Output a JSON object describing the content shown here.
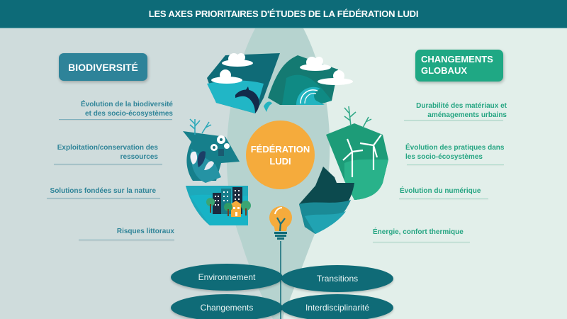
{
  "header": {
    "title": "LES AXES PRIORITAIRES D'ÉTUDES DE LA FÉDÉRATION LUDI"
  },
  "left_axis": {
    "label": "BIODIVERSITÉ",
    "color": "#2e8399",
    "topics": [
      {
        "line1": "Évolution de la biodiversité",
        "line2": "et des socio-écosystèmes"
      },
      {
        "line1": "Exploitation/conservation des",
        "line2": "ressources"
      },
      {
        "line1": "Solutions fondées sur la nature",
        "line2": ""
      },
      {
        "line1": "Risques littoraux",
        "line2": ""
      }
    ]
  },
  "right_axis": {
    "label_line1": "CHANGEMENTS",
    "label_line2": "GLOBAUX",
    "color": "#1fa884",
    "topics": [
      {
        "line1": "Durabilité des matériaux et",
        "line2": "aménagements urbains"
      },
      {
        "line1": "Évolution des pratiques dans",
        "line2": "les socio-écosystèmes"
      },
      {
        "line1": "Évolution du numérique",
        "line2": ""
      },
      {
        "line1": "Énergie, confort thermique",
        "line2": ""
      }
    ]
  },
  "hub": {
    "line1": "FÉDÉRATION",
    "line2": "LUDI",
    "color": "#f5ab3c"
  },
  "petals": [
    {
      "label": "Environnement"
    },
    {
      "label": "Transitions"
    },
    {
      "label": "Changements"
    },
    {
      "label": "Interdisciplinarité"
    }
  ],
  "illustration": {
    "icons": [
      "cloud-icon",
      "dolphin-icon",
      "wave-icon",
      "plant-icon",
      "flower-icon",
      "buildings-icon",
      "tree-icon",
      "wind-turbine-icon",
      "lightbulb-icon",
      "recycle-arrows-icon"
    ]
  },
  "colors": {
    "header_bg": "#0d6b78",
    "bg_left": "#cfdcdc",
    "bg_right": "#e2efea",
    "petal_bg": "#0f6b77"
  }
}
